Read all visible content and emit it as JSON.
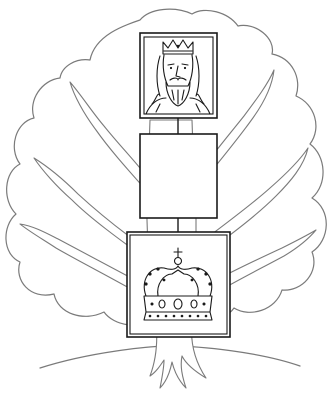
{
  "diagram": {
    "type": "family-tree",
    "nodes": [
      {
        "id": "top",
        "content": "king-portrait"
      },
      {
        "id": "middle",
        "content": "empty"
      },
      {
        "id": "bottom",
        "content": "crown"
      }
    ],
    "links": [
      {
        "from": "top",
        "to": "middle"
      },
      {
        "from": "middle",
        "to": "bottom"
      }
    ]
  },
  "colors": {
    "tree_outline": "#7a7a7a",
    "frame": "#1a1a1a",
    "background": "#ffffff"
  },
  "icons": {
    "top_node": "king-portrait-icon",
    "bottom_node": "crown-icon"
  }
}
